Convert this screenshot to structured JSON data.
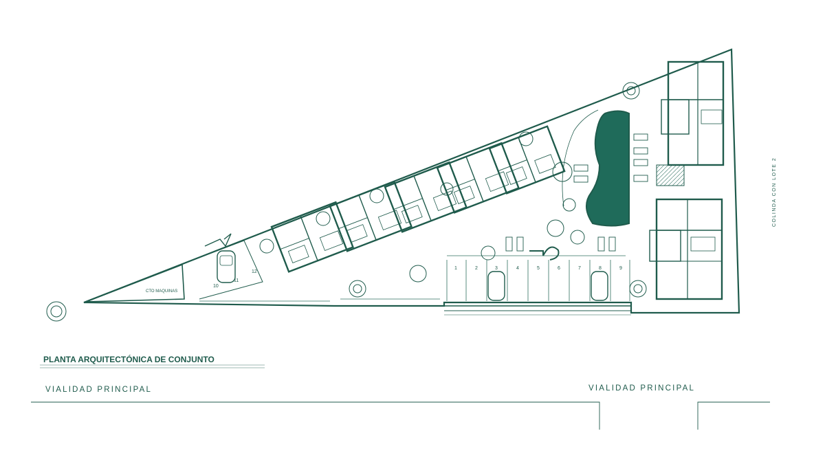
{
  "title": "PLANTA ARQUITECTÓNICA DE CONJUNTO",
  "street_left": "VIALIDAD PRINCIPAL",
  "street_right": "VIALIDAD PRINCIPAL",
  "boundary_label": "COLINDA CON LOTE 2",
  "machine_room": "CTO MAQUINAS",
  "parking_left": [
    "10",
    "11",
    "12"
  ],
  "parking_main": [
    "1",
    "2",
    "3",
    "4",
    "5",
    "6",
    "7",
    "8",
    "9"
  ],
  "colors": {
    "ink": "#1f5b4c",
    "pool": "#1f6b5a",
    "line": "#2f6f5f"
  }
}
